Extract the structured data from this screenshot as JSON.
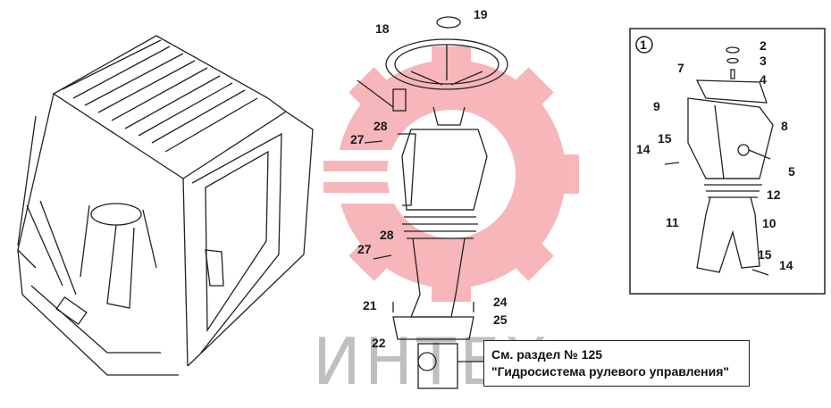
{
  "watermark": {
    "text": "ИНТЕХ",
    "logo_color": "#e8323c",
    "icon": "gear-logo-icon"
  },
  "callouts": {
    "c18": "18",
    "c19": "19",
    "c28a": "28",
    "c27a": "27",
    "c28b": "28",
    "c27b": "27",
    "c21": "21",
    "c22": "22",
    "c24": "24",
    "c25": "25"
  },
  "detail_panel": {
    "marker": "1",
    "labels": {
      "n2": "2",
      "n3": "3",
      "n4": "4",
      "n7": "7",
      "n9": "9",
      "n8": "8",
      "n14a": "14",
      "n15a": "15",
      "n5": "5",
      "n12": "12",
      "n11": "11",
      "n10": "10",
      "n15b": "15",
      "n14b": "14"
    }
  },
  "note": {
    "line1": "См. раздел № 125",
    "line2": "\"Гидросистема рулевого управления\""
  }
}
